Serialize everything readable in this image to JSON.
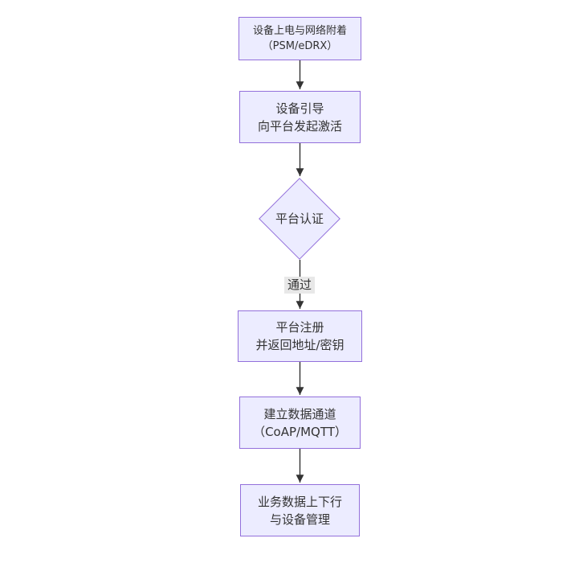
{
  "diagram": {
    "type": "flowchart-vertical",
    "colors": {
      "canvas_bg": "#ffffff",
      "node_fill": "#ECECFF",
      "node_border": "#9370DB",
      "edge_color": "#333333",
      "label_bg": "#e8e8e8",
      "text_color": "#333333"
    },
    "nodes": [
      {
        "id": "power-attach",
        "type": "rect",
        "label": "设备上电与网络附着\n（PSM/eDRX）"
      },
      {
        "id": "bootstrap",
        "type": "rect",
        "label": "设备引导\n向平台发起激活"
      },
      {
        "id": "platform-auth",
        "type": "diamond",
        "label": "平台认证"
      },
      {
        "id": "register",
        "type": "rect",
        "label": "平台注册\n并返回地址/密钥"
      },
      {
        "id": "data-channel",
        "type": "rect",
        "label": "建立数据通道\n（CoAP/MQTT）"
      },
      {
        "id": "business-data",
        "type": "rect",
        "label": "业务数据上下行\n与设备管理"
      }
    ],
    "edges": [
      {
        "from": "power-attach",
        "to": "bootstrap",
        "label": ""
      },
      {
        "from": "bootstrap",
        "to": "platform-auth",
        "label": ""
      },
      {
        "from": "platform-auth",
        "to": "register",
        "label": "通过"
      },
      {
        "from": "register",
        "to": "data-channel",
        "label": ""
      },
      {
        "from": "data-channel",
        "to": "business-data",
        "label": ""
      }
    ]
  }
}
